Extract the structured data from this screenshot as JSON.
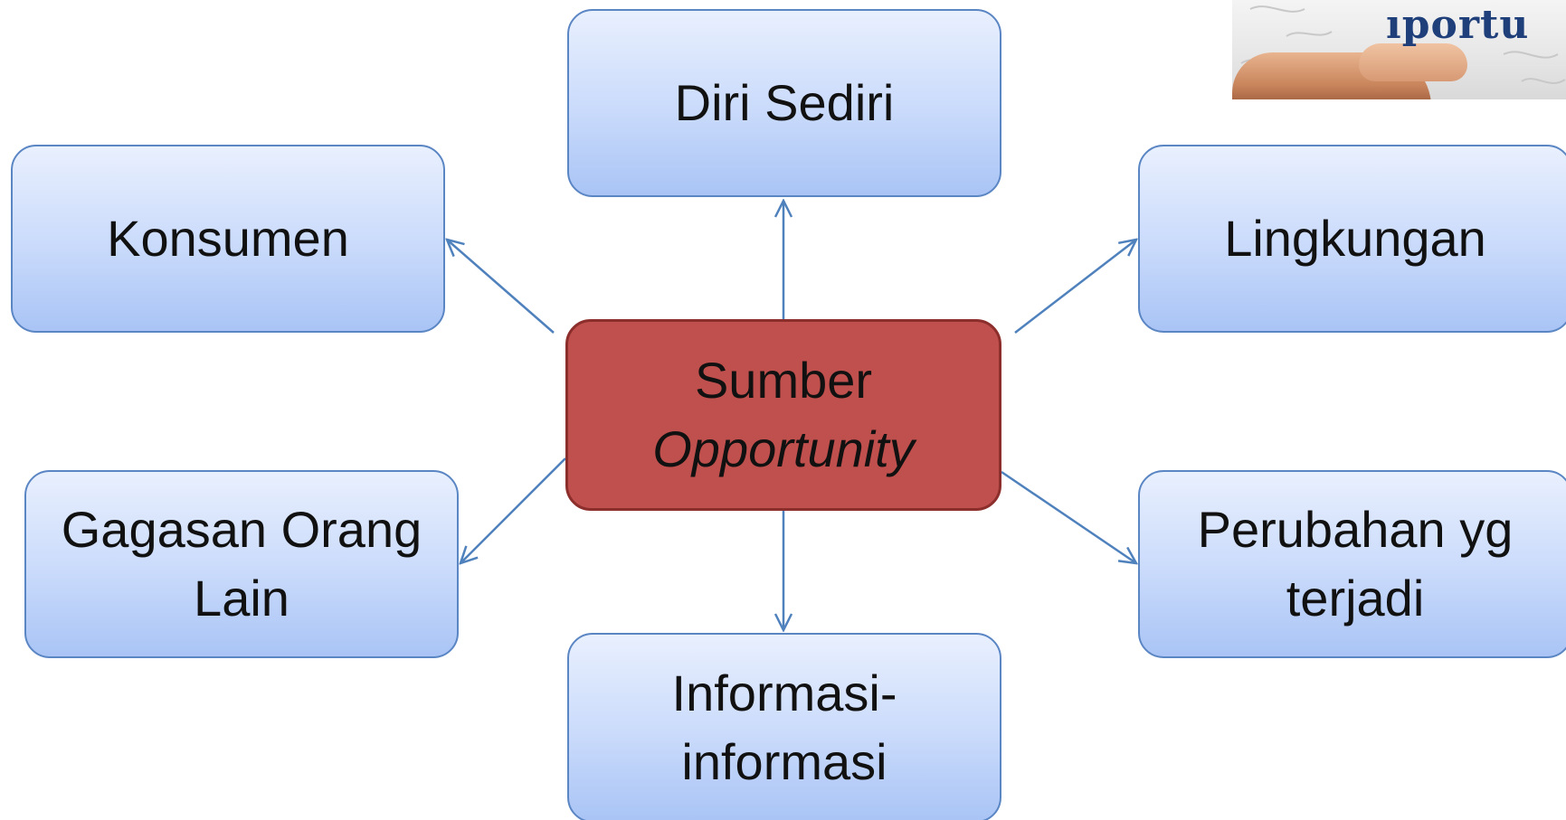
{
  "diagram": {
    "center": {
      "line1": "Sumber",
      "line2": "Opportunity"
    },
    "nodes": {
      "top": "Diri Sediri",
      "left_upper": "Konsumen",
      "right_upper": "Lingkungan",
      "left_lower": {
        "line1": "Gagasan Orang",
        "line2": "Lain"
      },
      "right_lower": {
        "line1": "Perubahan yg",
        "line2": "terjadi"
      },
      "bottom": {
        "line1": "Informasi-",
        "line2": "informasi"
      }
    },
    "colors": {
      "node_border": "#5b86c4",
      "node_fill_top": "#e9f0fe",
      "node_fill_bottom": "#a9c4f5",
      "center_fill": "#c0504d",
      "center_border": "#8c2e2c",
      "arrow": "#4f81bd"
    }
  },
  "corner_image": {
    "word": "ıportu"
  }
}
